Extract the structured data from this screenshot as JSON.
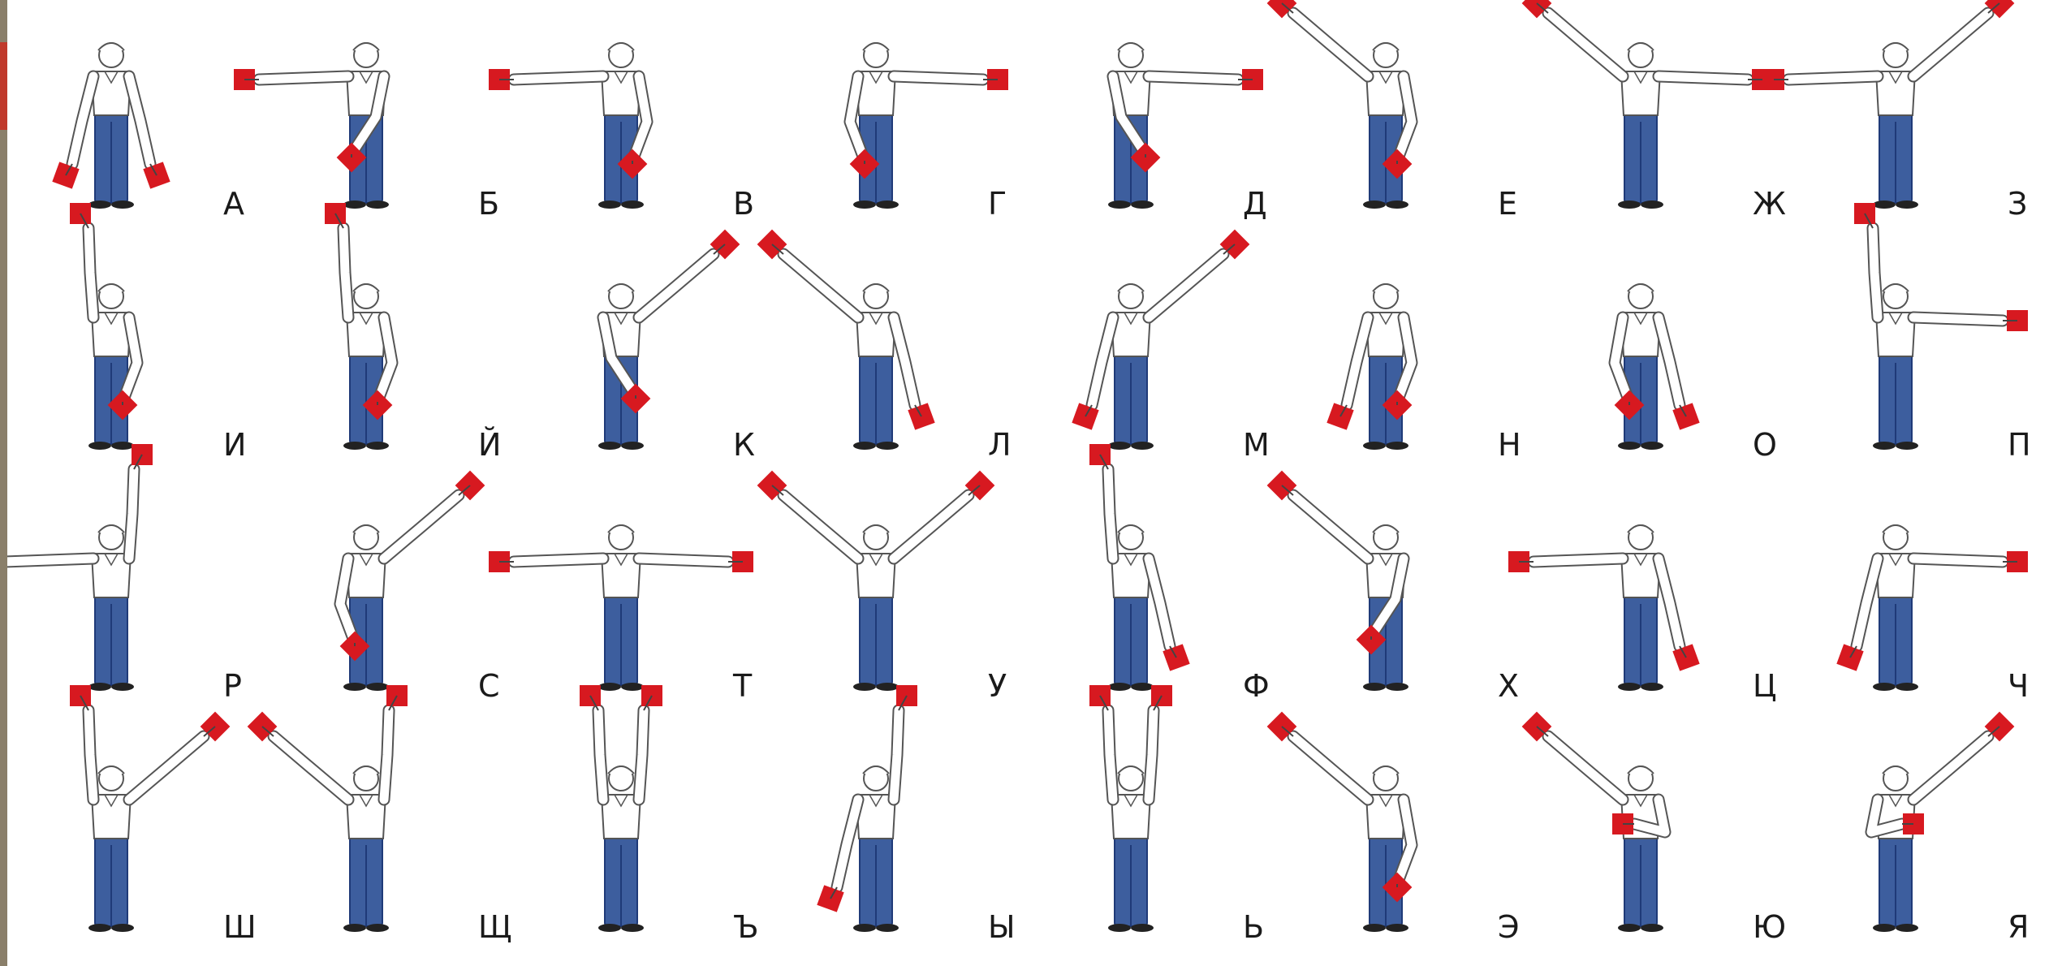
{
  "title": "",
  "colors": {
    "flag": "#d71920",
    "trousers": "#3d5e9e",
    "trousers_dark": "#1f3a78",
    "shirt": "#ffffff",
    "outline": "#555555",
    "side_bar": "#8a7f6a",
    "side_accent": "#c0392b"
  },
  "letters": [
    {
      "letter": "А",
      "right": "low",
      "left": "low"
    },
    {
      "letter": "Б",
      "right": "side",
      "left": "cross"
    },
    {
      "letter": "В",
      "right": "side",
      "left": "front"
    },
    {
      "letter": "Г",
      "right": "front",
      "left": "side"
    },
    {
      "letter": "Д",
      "right": "cross",
      "left": "side"
    },
    {
      "letter": "Е",
      "right": "high",
      "left": "front"
    },
    {
      "letter": "Ж",
      "right": "high",
      "left": "side"
    },
    {
      "letter": "З",
      "right": "side",
      "left": "high"
    },
    {
      "letter": "И",
      "right": "up",
      "left": "front"
    },
    {
      "letter": "Й",
      "right": "up",
      "left": "front"
    },
    {
      "letter": "К",
      "right": "cross",
      "left": "high"
    },
    {
      "letter": "Л",
      "right": "high",
      "left": "low"
    },
    {
      "letter": "М",
      "right": "low",
      "left": "high"
    },
    {
      "letter": "Н",
      "right": "low",
      "left": "front"
    },
    {
      "letter": "О",
      "right": "front",
      "left": "low"
    },
    {
      "letter": "П",
      "right": "up",
      "left": "side"
    },
    {
      "letter": "Р",
      "right": "side",
      "left": "up"
    },
    {
      "letter": "С",
      "right": "front",
      "left": "high"
    },
    {
      "letter": "Т",
      "right": "side",
      "left": "side"
    },
    {
      "letter": "У",
      "right": "high",
      "left": "high"
    },
    {
      "letter": "Ф",
      "right": "up",
      "left": "low"
    },
    {
      "letter": "Х",
      "right": "high",
      "left": "cross"
    },
    {
      "letter": "Ц",
      "right": "side",
      "left": "low"
    },
    {
      "letter": "Ч",
      "right": "low",
      "left": "side"
    },
    {
      "letter": "Ш",
      "right": "up",
      "left": "high"
    },
    {
      "letter": "Щ",
      "right": "high",
      "left": "up"
    },
    {
      "letter": "Ъ",
      "right": "up",
      "left": "up"
    },
    {
      "letter": "Ы",
      "right": "low",
      "left": "up"
    },
    {
      "letter": "Ь",
      "right": "up",
      "left": "up"
    },
    {
      "letter": "Э",
      "right": "high",
      "left": "front"
    },
    {
      "letter": "Ю",
      "right": "high",
      "left": "bentfront"
    },
    {
      "letter": "Я",
      "right": "bentfront",
      "left": "high"
    }
  ]
}
